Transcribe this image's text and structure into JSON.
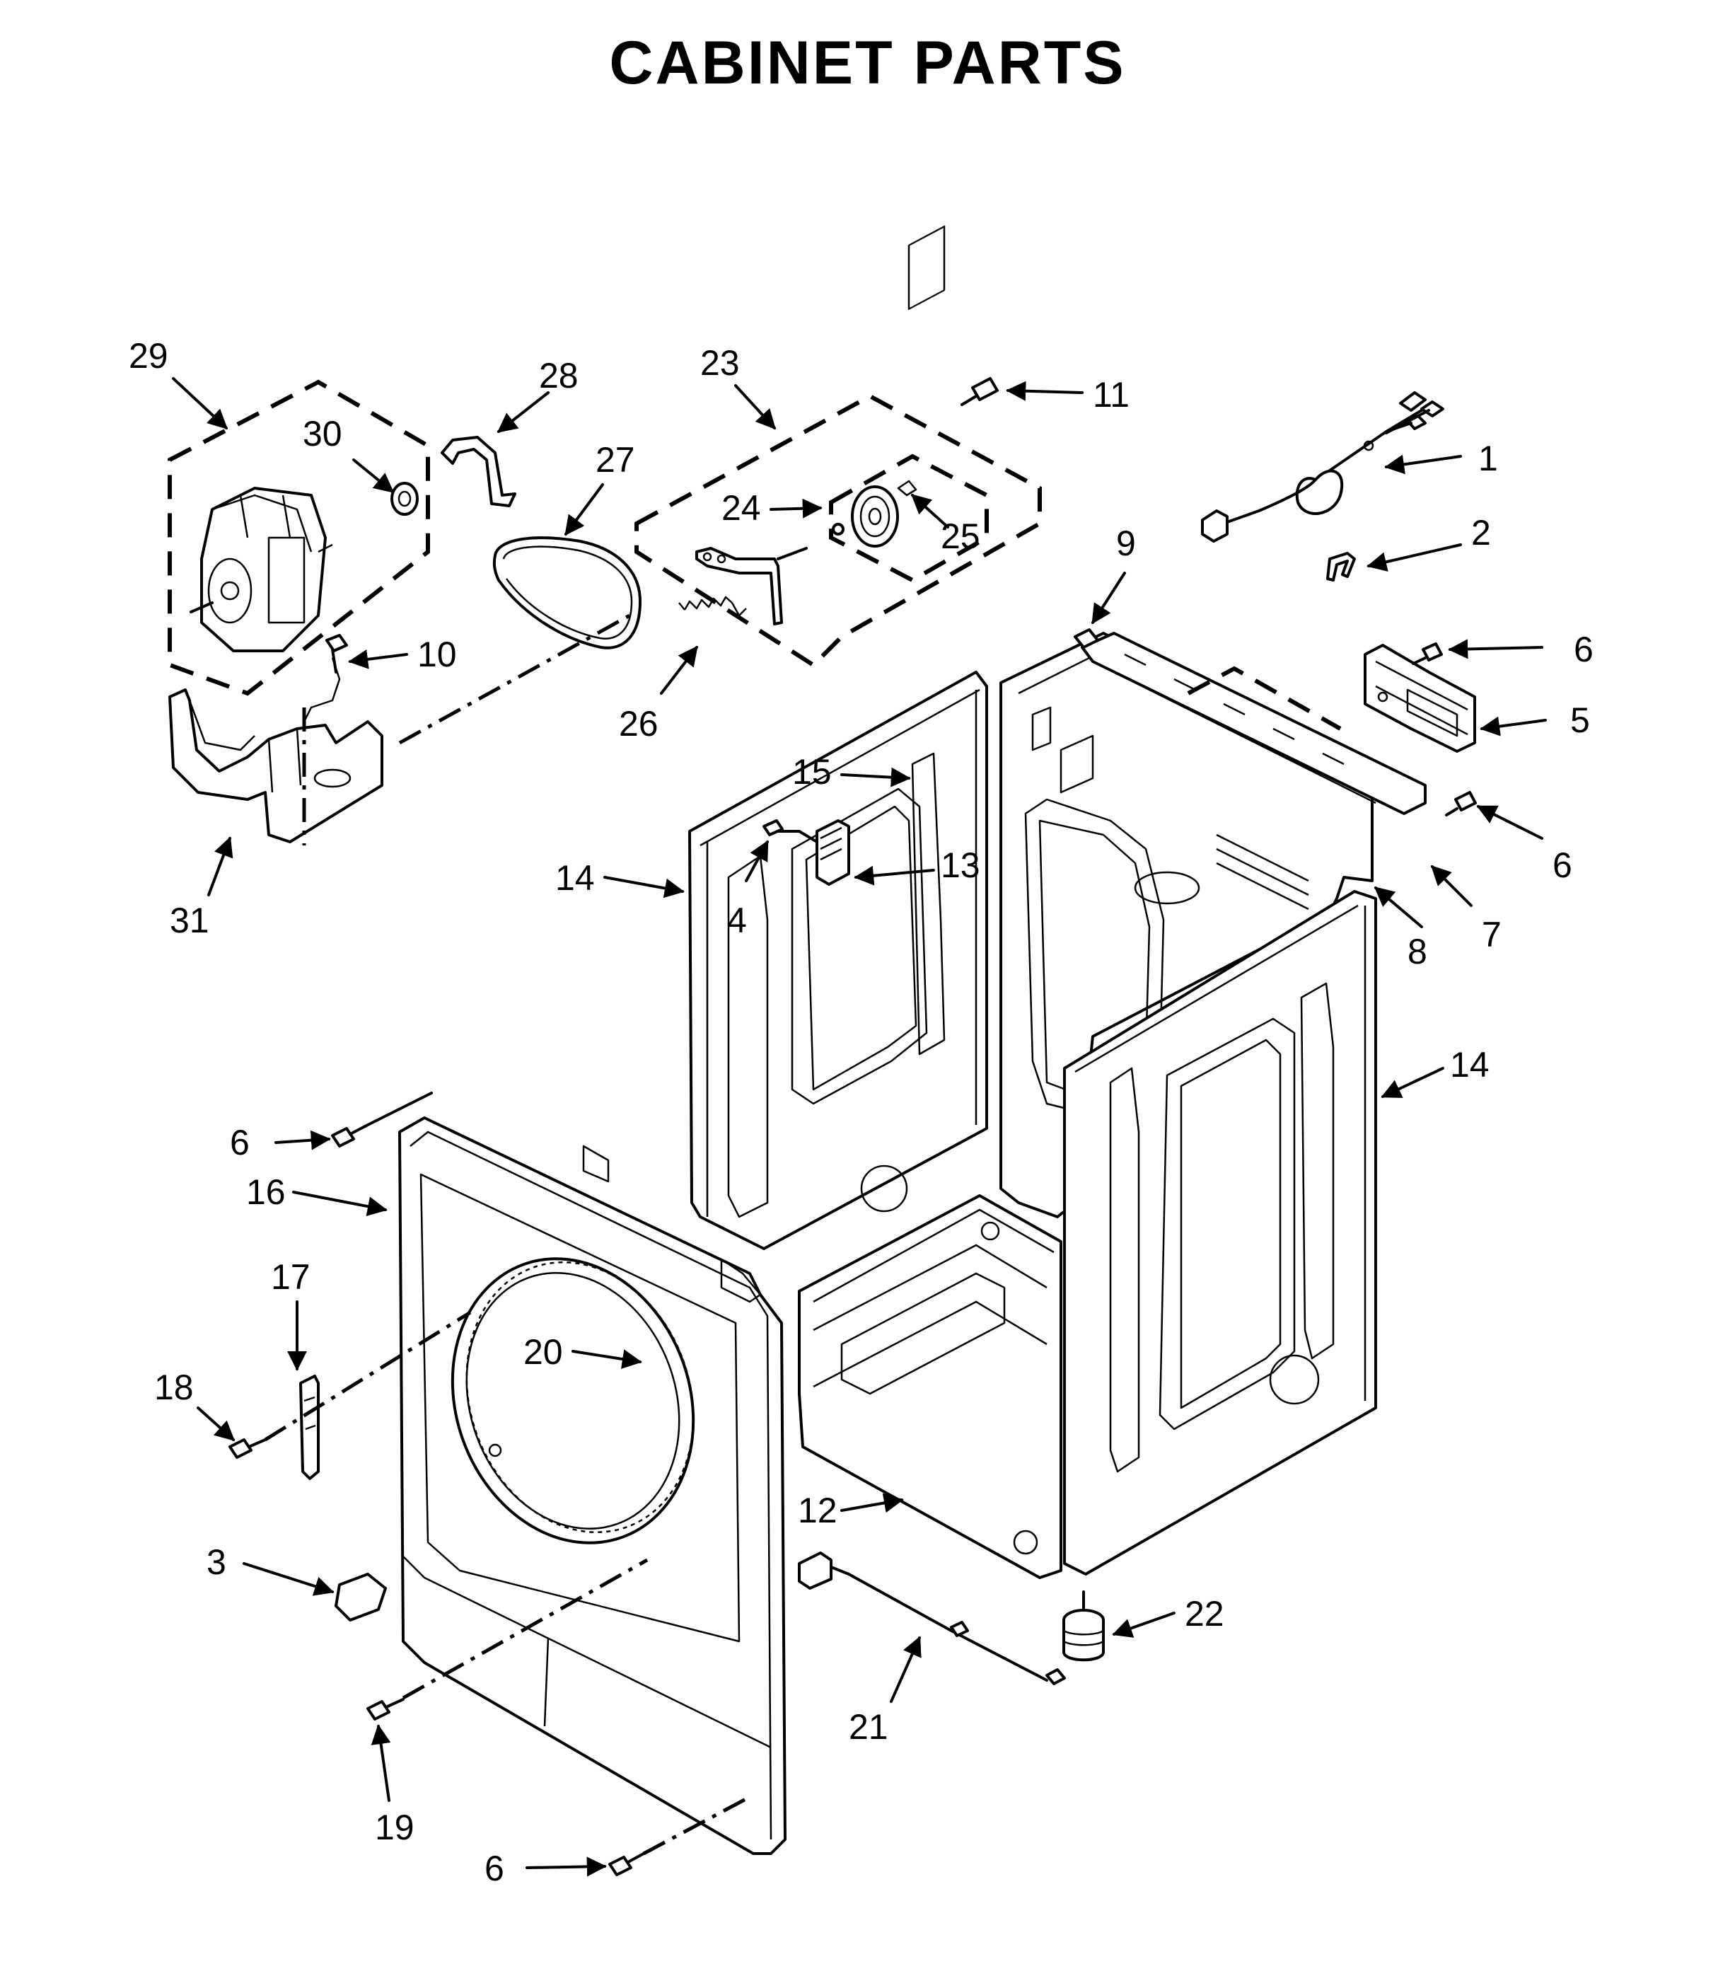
{
  "title": "CABINET PARTS",
  "callouts": [
    {
      "id": "c29",
      "label": "29"
    },
    {
      "id": "c28",
      "label": "28"
    },
    {
      "id": "c30",
      "label": "30"
    },
    {
      "id": "c27",
      "label": "27"
    },
    {
      "id": "c23",
      "label": "23"
    },
    {
      "id": "c11",
      "label": "11"
    },
    {
      "id": "c1",
      "label": "1"
    },
    {
      "id": "c24",
      "label": "24"
    },
    {
      "id": "c25",
      "label": "25"
    },
    {
      "id": "c2",
      "label": "2"
    },
    {
      "id": "c9",
      "label": "9"
    },
    {
      "id": "c10",
      "label": "10"
    },
    {
      "id": "c6a",
      "label": "6"
    },
    {
      "id": "c26",
      "label": "26"
    },
    {
      "id": "c5",
      "label": "5"
    },
    {
      "id": "c15",
      "label": "15"
    },
    {
      "id": "c13",
      "label": "13"
    },
    {
      "id": "c14a",
      "label": "14"
    },
    {
      "id": "c6b",
      "label": "6"
    },
    {
      "id": "c31",
      "label": "31"
    },
    {
      "id": "c4",
      "label": "4"
    },
    {
      "id": "c7",
      "label": "7"
    },
    {
      "id": "c8",
      "label": "8"
    },
    {
      "id": "c14b",
      "label": "14"
    },
    {
      "id": "c6c",
      "label": "6"
    },
    {
      "id": "c16",
      "label": "16"
    },
    {
      "id": "c17",
      "label": "17"
    },
    {
      "id": "c20",
      "label": "20"
    },
    {
      "id": "c18",
      "label": "18"
    },
    {
      "id": "c12",
      "label": "12"
    },
    {
      "id": "c3",
      "label": "3"
    },
    {
      "id": "c22",
      "label": "22"
    },
    {
      "id": "c21",
      "label": "21"
    },
    {
      "id": "c19",
      "label": "19"
    },
    {
      "id": "c6d",
      "label": "6"
    }
  ]
}
